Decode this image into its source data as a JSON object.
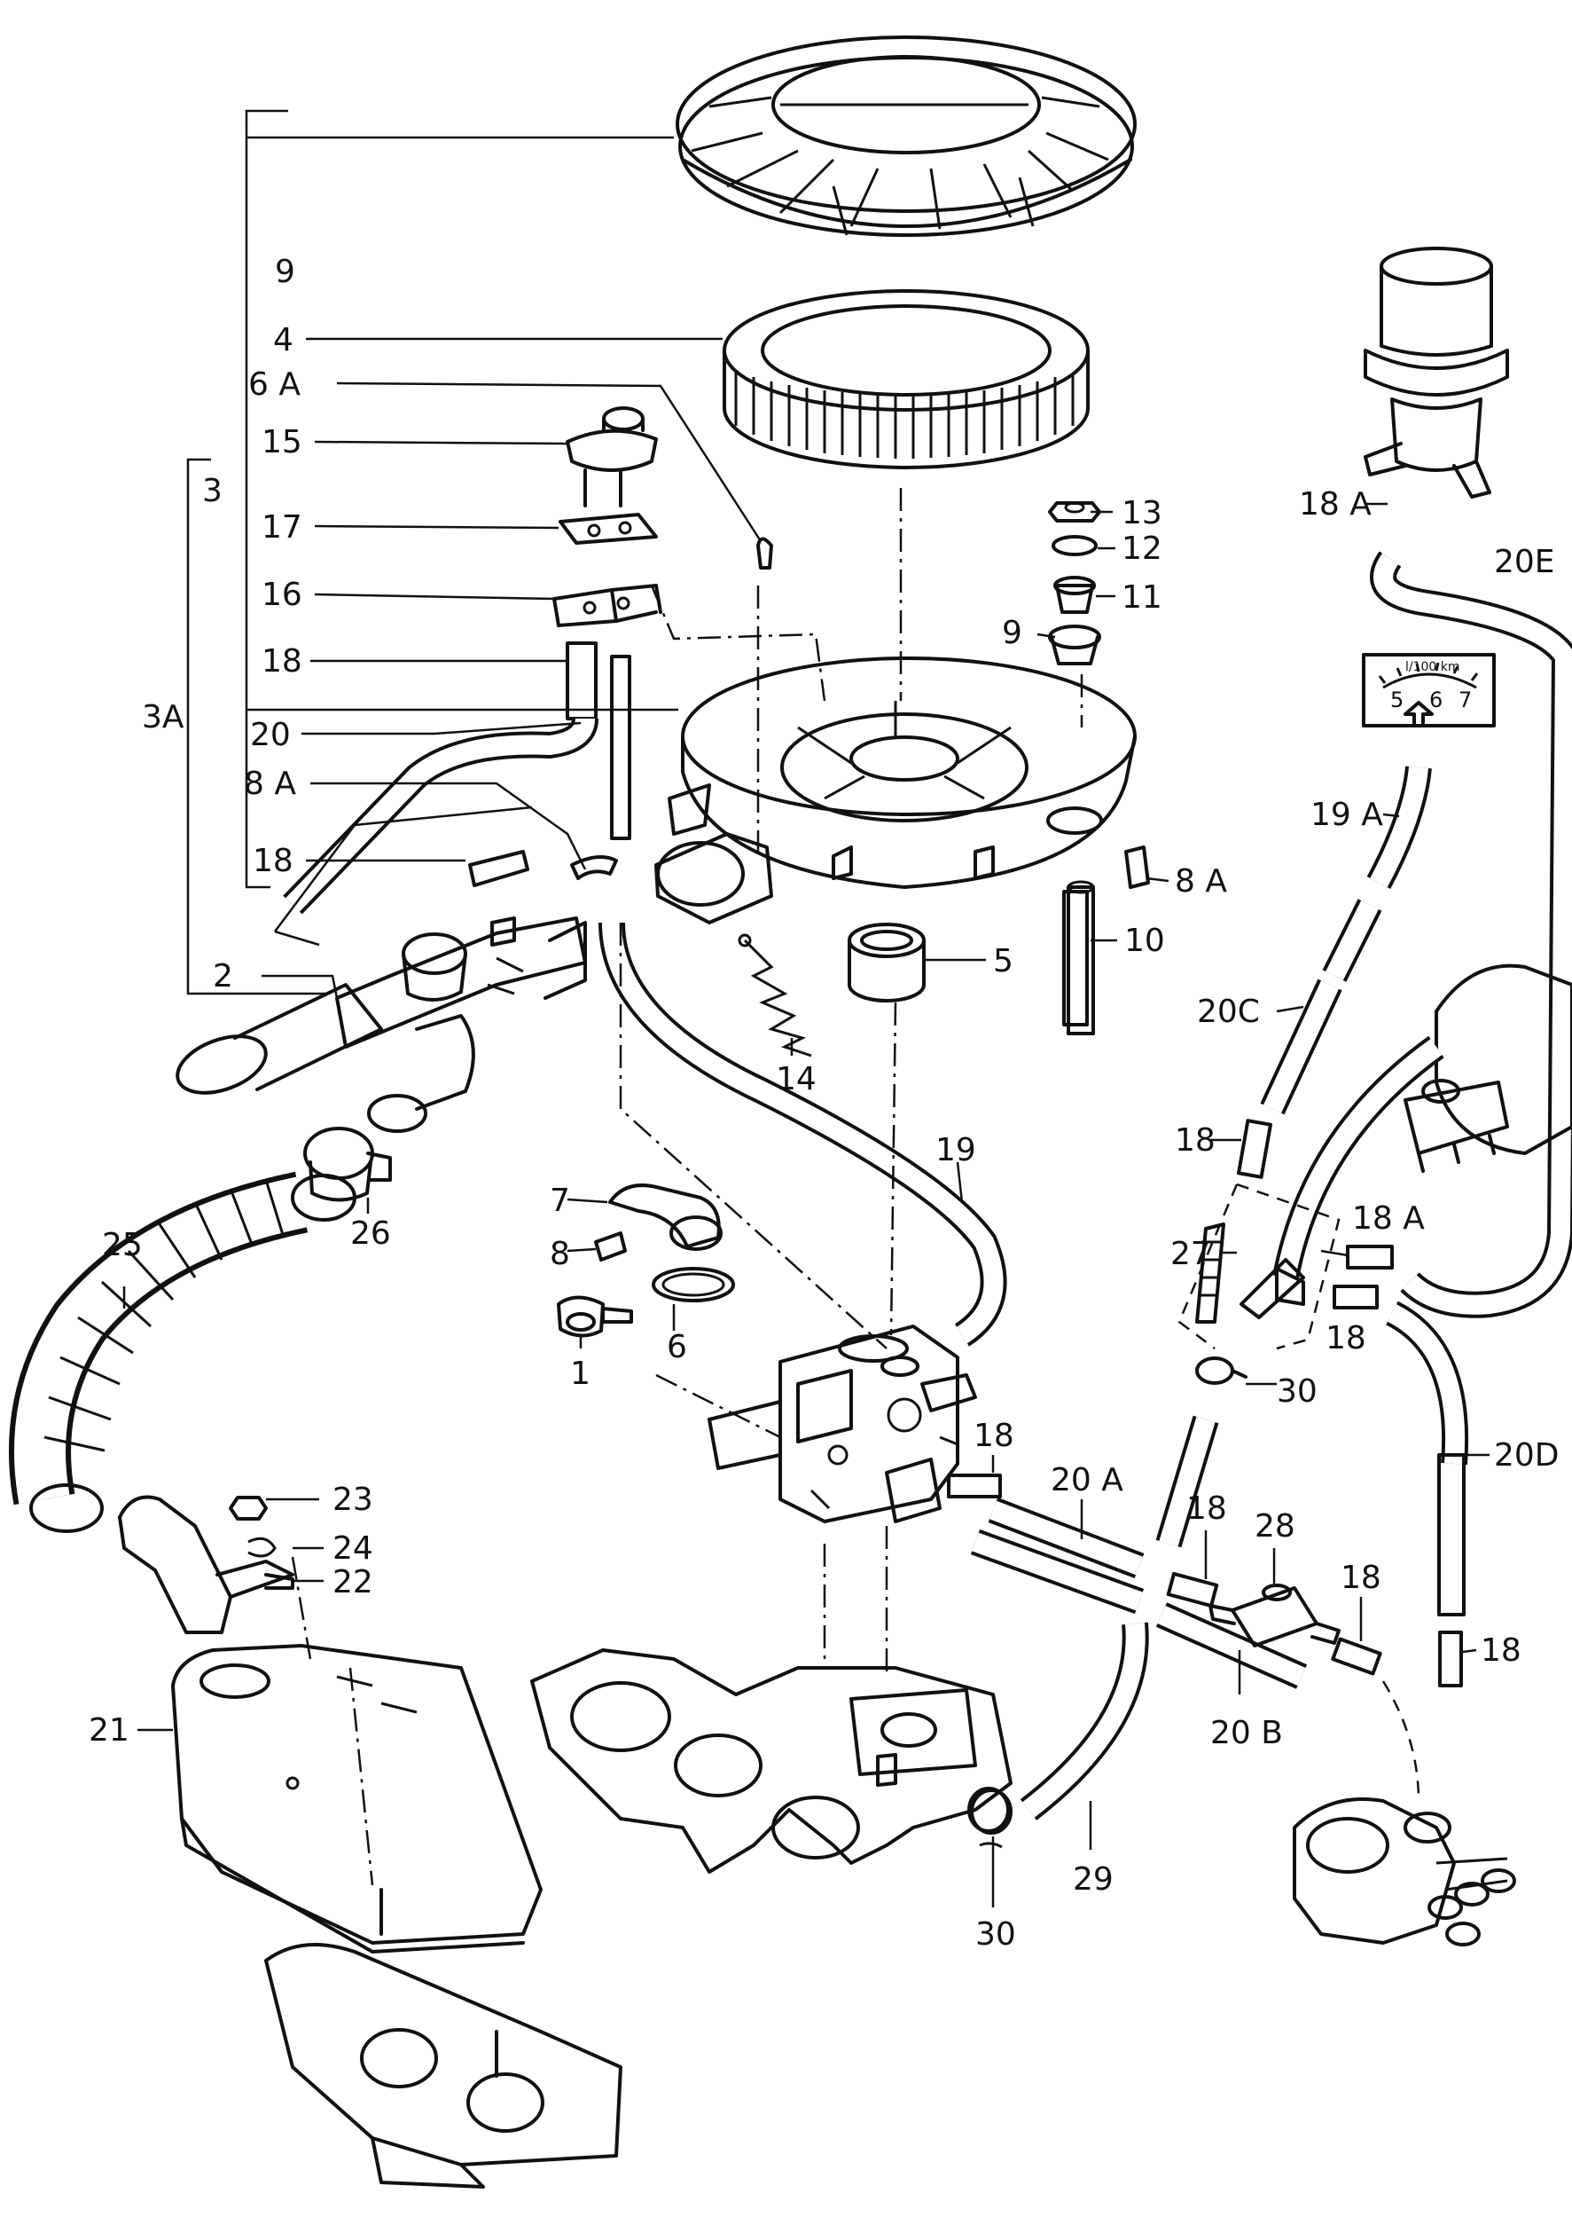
{
  "callouts": {
    "c9": "9",
    "c4": "4",
    "c6A": "6 A",
    "c15": "15",
    "c3": "3",
    "c17": "17",
    "c16": "16",
    "c18a": "18",
    "c3A": "3A",
    "c20": "20",
    "c8A": "8 A",
    "c18b": "18",
    "c2": "2",
    "c13": "13",
    "c12": "12",
    "c11": "11",
    "c9b": "9",
    "c8Ab": "8 A",
    "c5": "5",
    "c10": "10",
    "c14": "14",
    "c18A": "18 A",
    "c20E": "20E",
    "c19A": "19 A",
    "c20C": "20C",
    "c18c": "18",
    "c27": "27",
    "c18Ab": "18 A",
    "c18d": "18",
    "c19": "19",
    "c7": "7",
    "c8": "8",
    "c6": "6",
    "c1": "1",
    "c26": "26",
    "c25": "25",
    "c30a": "30",
    "c18e": "18",
    "c20A": "20 A",
    "c20D": "20D",
    "c18f": "18",
    "c28": "28",
    "c18g": "18",
    "c18h": "18",
    "c23": "23",
    "c24": "24",
    "c22": "22",
    "c21": "21",
    "c20B": "20 B",
    "c29": "29",
    "c30b": "30"
  },
  "gauge": {
    "unit": "l/100 km",
    "ticks": [
      "5",
      "6",
      "7"
    ]
  }
}
